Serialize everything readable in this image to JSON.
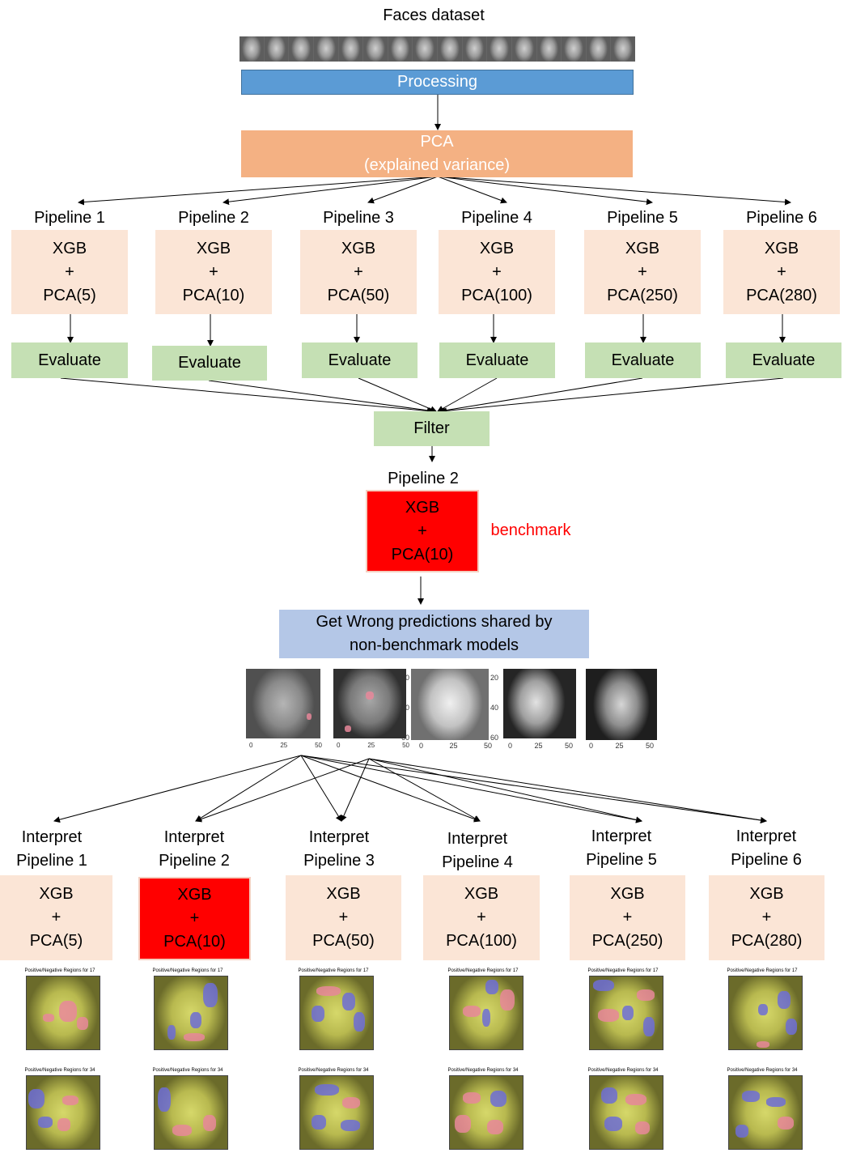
{
  "title": "Faces dataset",
  "processing": "Processing",
  "pca": {
    "line1": "PCA",
    "line2": "(explained variance)"
  },
  "pipelines": [
    {
      "label": "Pipeline 1",
      "model": "XGB",
      "plus": "+",
      "pca": "PCA(5)",
      "evaluate": "Evaluate"
    },
    {
      "label": "Pipeline 2",
      "model": "XGB",
      "plus": "+",
      "pca": "PCA(10)",
      "evaluate": "Evaluate"
    },
    {
      "label": "Pipeline 3",
      "model": "XGB",
      "plus": "+",
      "pca": "PCA(50)",
      "evaluate": "Evaluate"
    },
    {
      "label": "Pipeline 4",
      "model": "XGB",
      "plus": "+",
      "pca": "PCA(100)",
      "evaluate": "Evaluate"
    },
    {
      "label": "Pipeline 5",
      "model": "XGB",
      "plus": "+",
      "pca": "PCA(250)",
      "evaluate": "Evaluate"
    },
    {
      "label": "Pipeline 6",
      "model": "XGB",
      "plus": "+",
      "pca": "PCA(280)",
      "evaluate": "Evaluate"
    }
  ],
  "filter": "Filter",
  "selected": {
    "label": "Pipeline 2",
    "model": "XGB",
    "plus": "+",
    "pca": "PCA(10)",
    "tag": "benchmark"
  },
  "wrong": {
    "line1": "Get Wrong predictions shared by",
    "line2": "non-benchmark models"
  },
  "axis_ticks": [
    "0",
    "25",
    "50"
  ],
  "axis_ticks_y": [
    "20",
    "40",
    "60"
  ],
  "interpret": [
    {
      "line1": "Interpret",
      "line2": "Pipeline 1",
      "model": "XGB",
      "plus": "+",
      "pca": "PCA(5)"
    },
    {
      "line1": "Interpret",
      "line2": "Pipeline 2",
      "model": "XGB",
      "plus": "+",
      "pca": "PCA(10)"
    },
    {
      "line1": "Interpret",
      "line2": "Pipeline 3",
      "model": "XGB",
      "plus": "+",
      "pca": "PCA(50)"
    },
    {
      "line1": "Interpret",
      "line2": "Pipeline 4",
      "model": "XGB",
      "plus": "+",
      "pca": "PCA(100)"
    },
    {
      "line1": "Interpret",
      "line2": "Pipeline 5",
      "model": "XGB",
      "plus": "+",
      "pca": "PCA(250)"
    },
    {
      "line1": "Interpret",
      "line2": "Pipeline 6",
      "model": "XGB",
      "plus": "+",
      "pca": "PCA(280)"
    }
  ],
  "region_titles": [
    "Positive/Negative Regions for 17",
    "Positive/Negative Regions for 34"
  ],
  "colors": {
    "peach": "#fbe5d6",
    "green": "#c5e0b4",
    "red": "#ff0000",
    "blue": "#5b9bd5",
    "orange": "#f4b183",
    "lavender": "#b4c7e7",
    "positive": "#e8879a",
    "negative": "#6d6dd6",
    "face": "#c8ca5a"
  }
}
